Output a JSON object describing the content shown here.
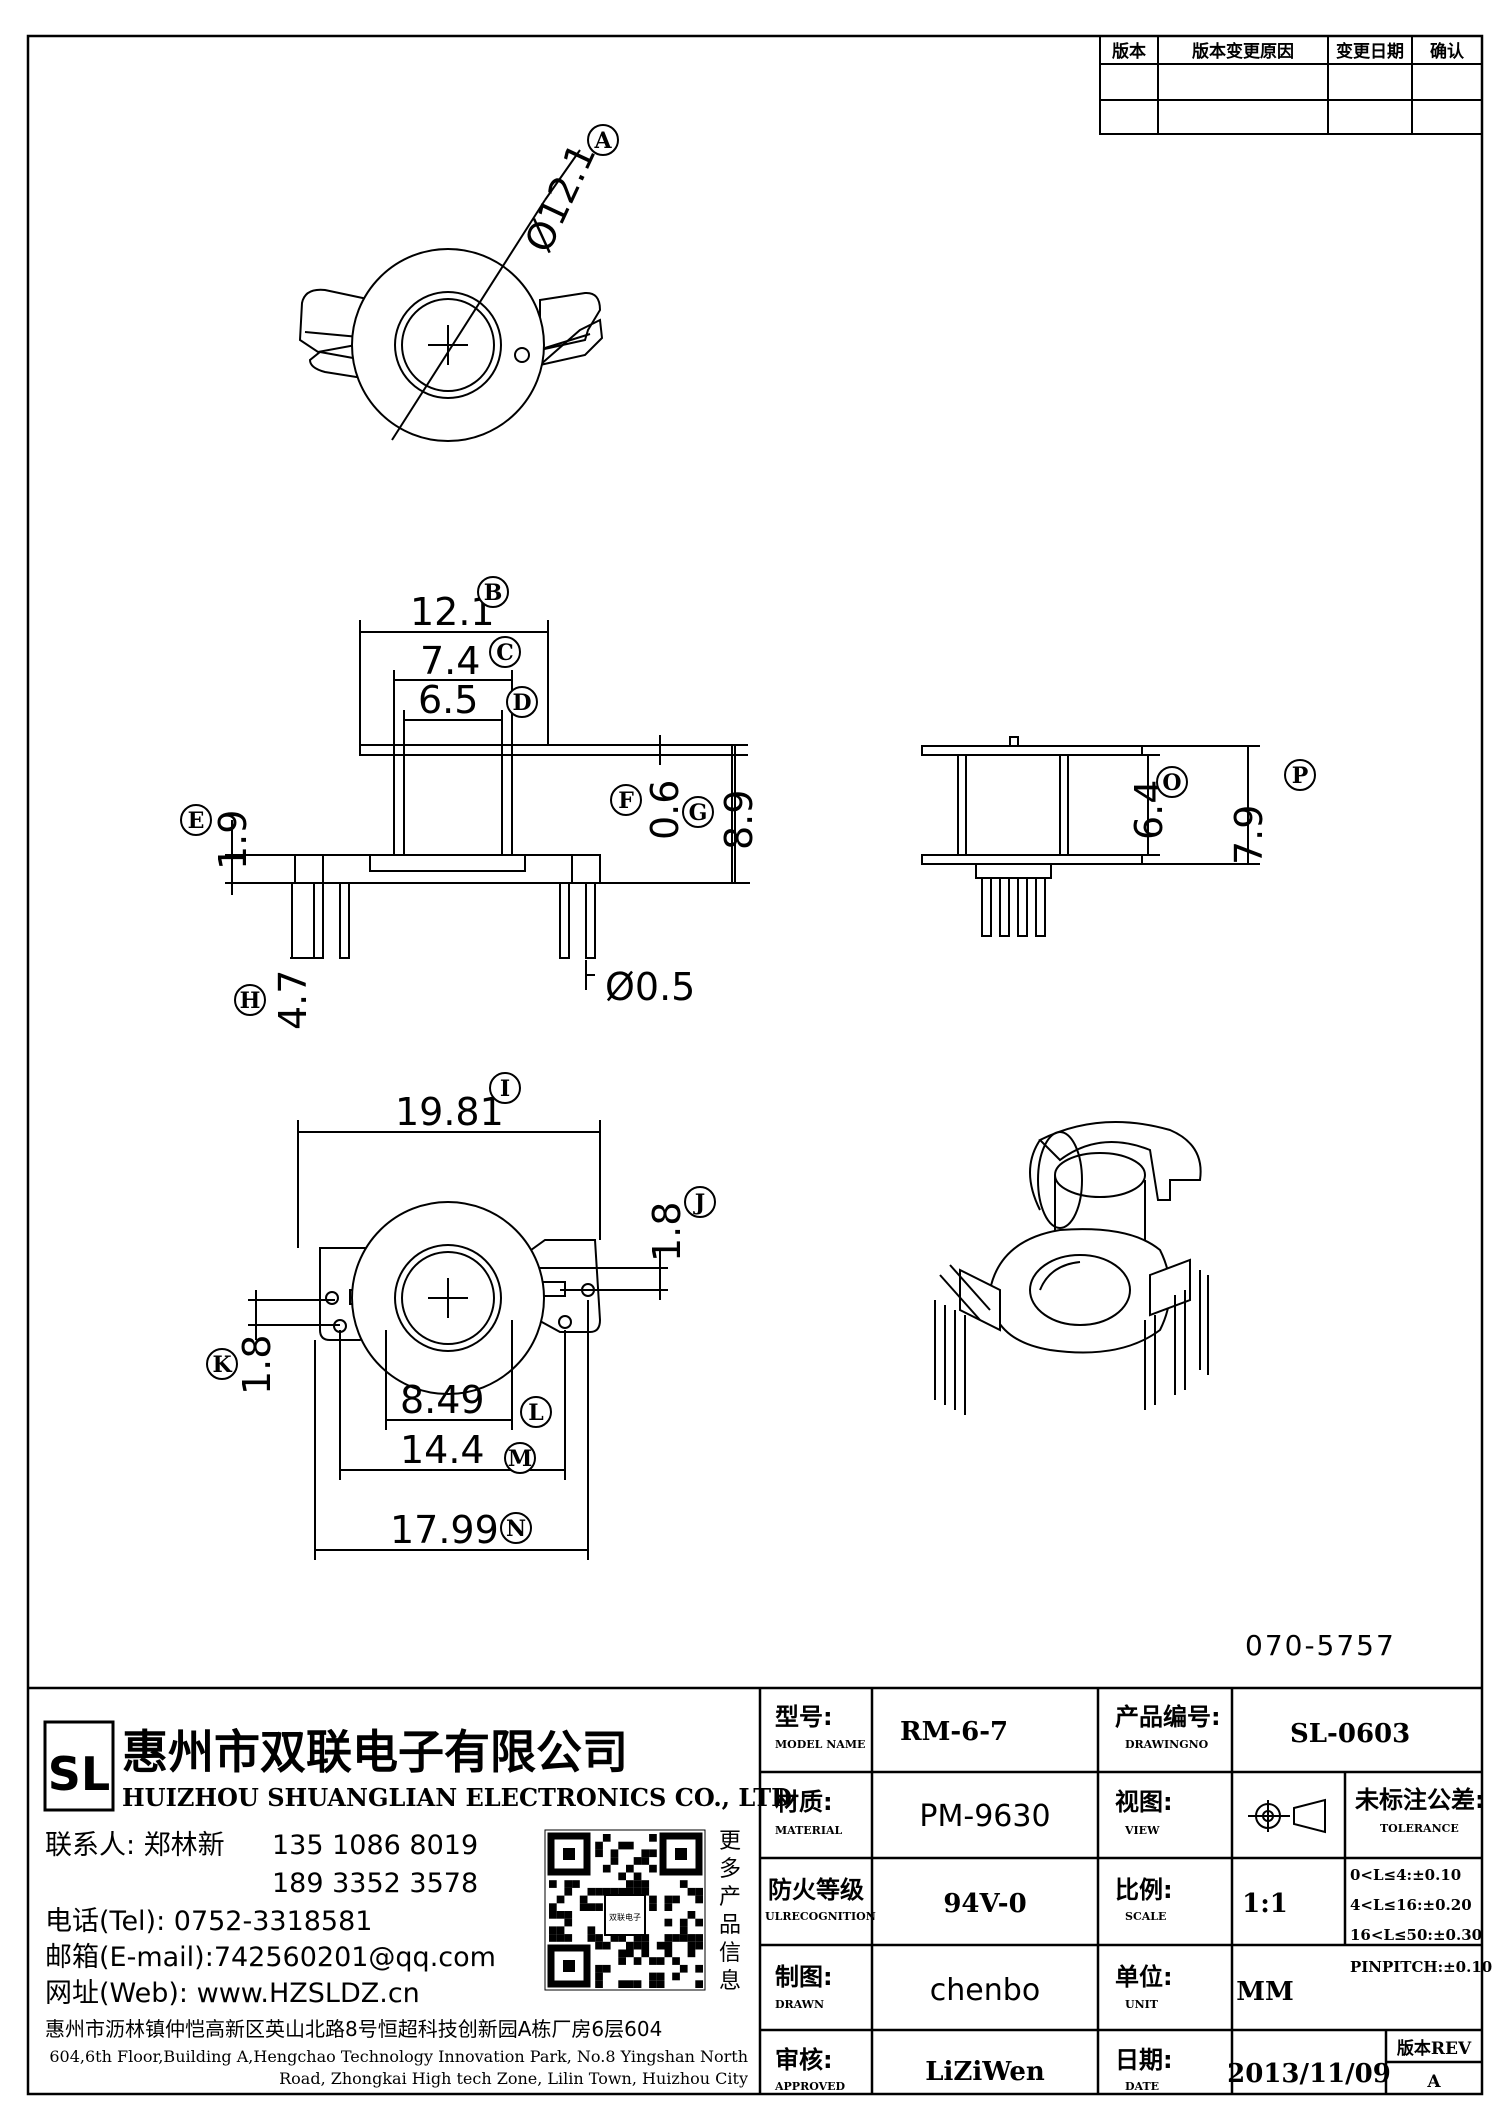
{
  "revision_table": {
    "headers": [
      "版本",
      "版本变更原因",
      "变更日期",
      "确认"
    ]
  },
  "callouts": {
    "A": "A",
    "B": "B",
    "C": "C",
    "D": "D",
    "E": "E",
    "F": "F",
    "G": "G",
    "H": "H",
    "I": "I",
    "J": "J",
    "K": "K",
    "L": "L",
    "M": "M",
    "N": "N",
    "O": "O",
    "P": "P"
  },
  "dimensions": {
    "A": "Ø12.1",
    "B": "12.1",
    "C": "7.4",
    "D": "6.5",
    "E": "1.9",
    "F": "0.6",
    "G": "8.9",
    "H": "4.7",
    "pin": "Ø0.5",
    "I": "19.81",
    "J": "1.8",
    "K": "1.8",
    "L": "8.49",
    "M": "14.4",
    "N": "17.99",
    "O": "6.4",
    "P": "7.9"
  },
  "drawing_code": "070-5757",
  "company": {
    "logo_letters": "SL",
    "name_cn": "惠州市双联电子有限公司",
    "name_en": "HUIZHOU SHUANGLIAN ELECTRONICS CO., LTD",
    "contact_label": "联系人: 郑林新",
    "phone1": "135 1086 8019",
    "phone2": "189 3352 3578",
    "tel": "电话(Tel): 0752-3318581",
    "email": "邮箱(E-mail):742560201@qq.com",
    "web": "网址(Web): www.HZSLDZ.cn",
    "qr_side_text": [
      "更",
      "多",
      "产",
      "品",
      "信",
      "息"
    ],
    "qr_center": "双联电子",
    "address_cn": "惠州市沥林镇仲恺高新区英山北路8号恒超科技创新园A栋厂房6层604",
    "address_en_1": "604,6th Floor,Building A,Hengchao Technology Innovation Park, No.8 Yingshan North",
    "address_en_2": "Road, Zhongkai High tech Zone, Lilin Town, Huizhou City"
  },
  "title_block": {
    "model_label": "型号:",
    "model_sub": "MODEL NAME",
    "model_value": "RM-6-7",
    "drawing_no_label": "产品编号:",
    "drawing_no_sub": "DRAWINGNO",
    "drawing_no_value": "SL-0603",
    "material_label": "材质:",
    "material_sub": "MATERIAL",
    "material_value": "PM-9630",
    "view_label": "视图:",
    "view_sub": "VIEW",
    "tolerance_label": "未标注公差:",
    "tolerance_sub": "TOLERANCE",
    "tolerances": [
      "0<L≤4:±0.10",
      "4<L≤16:±0.20",
      "16<L≤50:±0.30",
      "PINPITCH:±0.10"
    ],
    "fire_label": "防火等级",
    "fire_sub": "ULRECOGNITION",
    "fire_value": "94V-0",
    "scale_label": "比例:",
    "scale_sub": "SCALE",
    "scale_value": "1:1",
    "drawn_label": "制图:",
    "drawn_sub": "DRAWN",
    "drawn_value": "chenbo",
    "unit_label": "单位:",
    "unit_sub": "UNIT",
    "unit_value": "MM",
    "approved_label": "审核:",
    "approved_sub": "APPROVED",
    "approved_value": "LiZiWen",
    "date_label": "日期:",
    "date_sub": "DATE",
    "date_value": "2013/11/09",
    "rev_label": "版本REV",
    "rev_value": "A"
  }
}
